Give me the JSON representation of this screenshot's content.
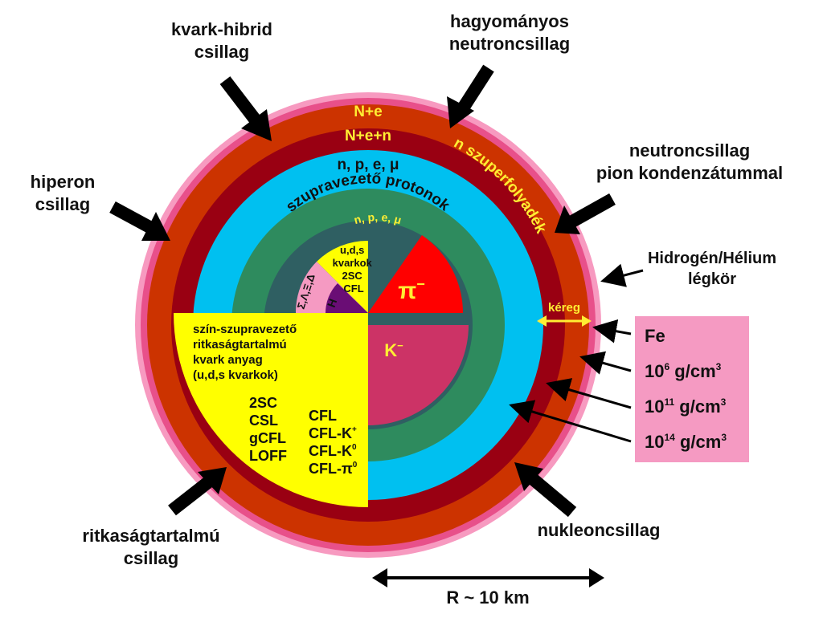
{
  "labels": {
    "kvark_hibrid": [
      "kvark-hibrid",
      "csillag"
    ],
    "hagyomanyos": [
      "hagyományos",
      "neutroncsillag"
    ],
    "neutron_pion": [
      "neutroncsillag",
      "pion kondenzátummal"
    ],
    "hiperon": [
      "hiperon",
      "csillag"
    ],
    "atmosphere": [
      "Hidrogén/Hélium",
      "légkör"
    ],
    "kereg": "kéreg",
    "ritkasag": [
      "ritkaságtartalmú",
      "csillag"
    ],
    "nukleon": "nukleoncsillag",
    "radius": "R ~ 10 km"
  },
  "rings": {
    "n_e": "N+e",
    "n_e_n": "N+e+n",
    "n_p_e_mu": "n, p, e, μ",
    "superfluid": "n szuperfolyadék",
    "protons": "szupravezető protonok",
    "inner": "n, p, e, μ"
  },
  "core": {
    "quark_lines": [
      "u,d,s",
      "kvarkok",
      "2SC",
      "CFL"
    ],
    "hyperons": "Σ,Λ,Ξ,Δ",
    "h": "H",
    "pi_base": "π",
    "pi_sup": "−",
    "k_base": "K",
    "k_sup": "−"
  },
  "quadrant": {
    "lines": [
      "szín-szupravezető",
      "ritkaságtartalmú",
      "kvark anyag",
      "(u,d,s kvarkok)"
    ],
    "phases_left": [
      "2SC",
      "CSL",
      "gCFL",
      "LOFF"
    ],
    "phase_cfl": "CFL",
    "phase_cflk_base": "CFL-K",
    "phase_cflk_sup": "+",
    "phase_cflk0_base": "CFL-K",
    "phase_cflk0_sup": "0",
    "phase_cflpi_base": "CFL-π",
    "phase_cflpi_sup": "0"
  },
  "density_box": {
    "fe": "Fe",
    "d1_base": "10",
    "d1_exp": "6",
    "d1_unit": " g/cm",
    "d1_unit_exp": "3",
    "d2_base": "10",
    "d2_exp": "11",
    "d2_unit": " g/cm",
    "d2_unit_exp": "3",
    "d3_base": "10",
    "d3_exp": "14",
    "d3_unit": " g/cm",
    "d3_unit_exp": "3"
  },
  "colors": {
    "atmosphere": "#f79ac0",
    "atmosphere_inner": "#e8508a",
    "crust_outer": "#cc3300",
    "crust_inner": "#990012",
    "cyan": "#00c0f0",
    "green": "#2e8b5e",
    "teal": "#2f5f62",
    "yellow": "#ffff00",
    "pink": "#f59ac2",
    "purple": "#6a0d75",
    "red": "#ff0000",
    "kaon": "#cc3366",
    "label_yellow": "#ffee33"
  }
}
